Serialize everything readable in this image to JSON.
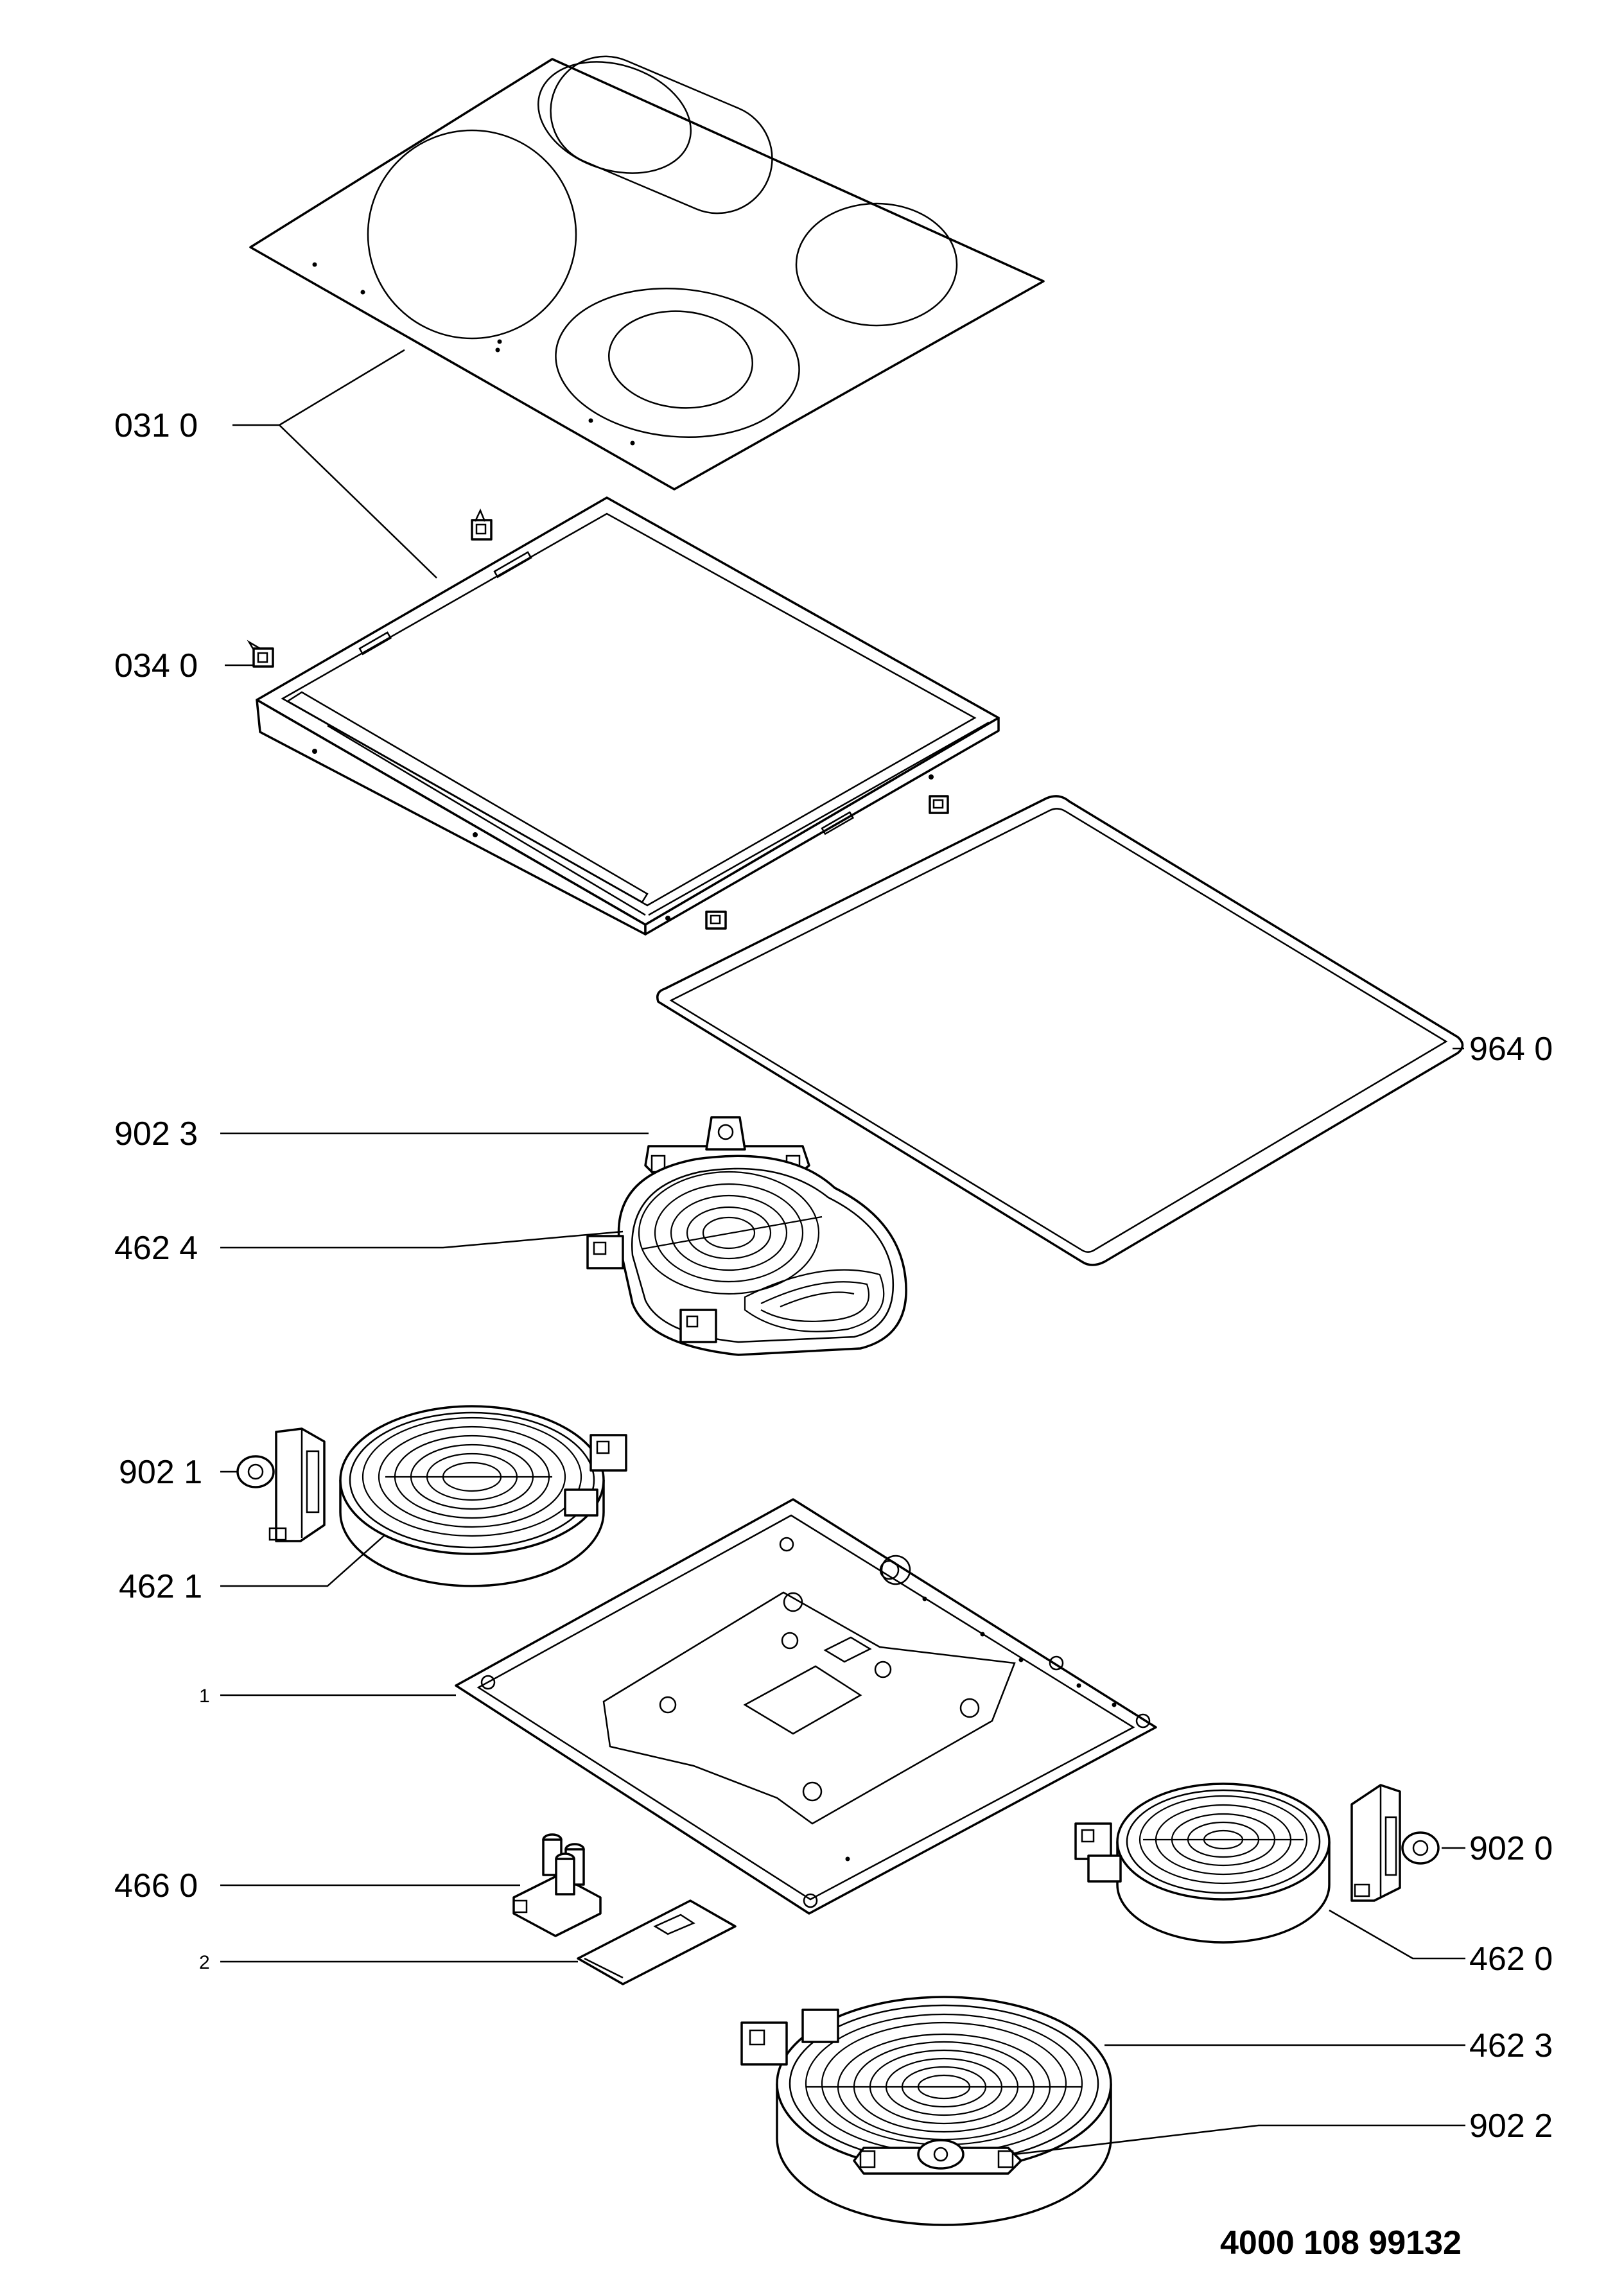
{
  "labels": {
    "glass_top": "031 0",
    "frame": "034 0",
    "seal": "964 0",
    "bracket_oval": "902 3",
    "heater_oval": "462 4",
    "bracket_left": "902 1",
    "heater_left": "462 1",
    "base_tray": "1",
    "bracket_right": "902 0",
    "terminal_block": "466 0",
    "heater_right": "462 0",
    "cover_plate": "2",
    "heater_large": "462 3",
    "bracket_bottom": "902 2"
  },
  "document_number": "4000 108 99132"
}
